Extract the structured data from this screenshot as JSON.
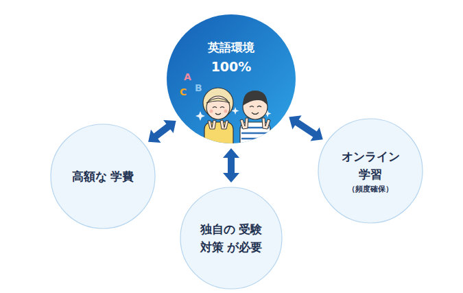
{
  "diagram": {
    "nodes": [
      {
        "text": [
          "英語環境",
          "100%"
        ]
      },
      {
        "text": [
          "高額な 学費"
        ]
      },
      {
        "text": [
          "オンライン 学習",
          "（頻度確保）"
        ]
      },
      {
        "text": [
          "独自の 受験対策 が必要"
        ]
      }
    ],
    "edges": [
      {
        "from": 0,
        "to": 1,
        "arrow": "both"
      },
      {
        "from": 0,
        "to": 3,
        "arrow": "both"
      },
      {
        "from": 0,
        "to": 2,
        "arrow": "both"
      }
    ],
    "labels": [
      "A",
      "B",
      "C"
    ]
  }
}
